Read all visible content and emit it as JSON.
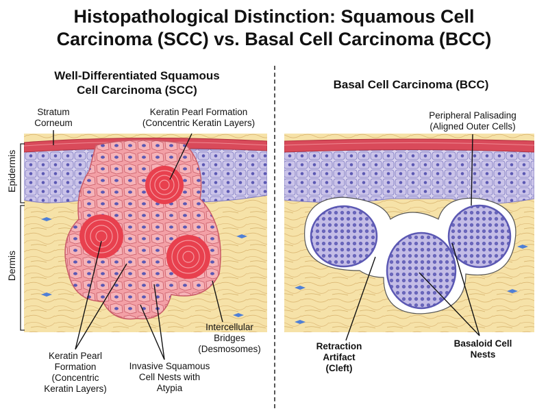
{
  "title": "Histopathological Distinction: Squamous Cell\nCarcinoma (SCC) vs. Basal Cell Carcinoma (BCC)",
  "left_panel": {
    "heading": "Well-Differentiated Squamous\nCell Carcinoma (SCC)",
    "labels": {
      "stratum_corneum": "Stratum\nCorneum",
      "keratin_pearl_top": "Keratin Pearl Formation\n(Concentric Keratin Layers)",
      "epidermis": "Epidermis",
      "dermis": "Dermis",
      "intercellular_bridges": "Intercellular\nBridges\n(Desmosomes)",
      "keratin_pearl_bottom": "Keratin Pearl\nFormation\n(Concentric\nKeratin Layers)",
      "invasive_nests": "Invasive Squamous\nCell Nests with\nAtypia"
    }
  },
  "right_panel": {
    "heading": "Basal Cell Carcinoma (BCC)",
    "labels": {
      "peripheral_palisading": "Peripheral Palisading\n(Aligned Outer Cells)",
      "retraction_artifact": "Retraction\nArtifact\n(Cleft)",
      "basaloid_nests": "Basaloid Cell\nNests"
    }
  },
  "colors": {
    "stratum_corneum": "#d94a5a",
    "epidermis_cells": "#c9c4e6",
    "dermis": "#f6e2a8",
    "scc_cells": "#f5a3a8",
    "keratin_pearl": "#e8404e",
    "bcc_nest": "#bfb7e3",
    "nuclei": "#5b58b3"
  }
}
